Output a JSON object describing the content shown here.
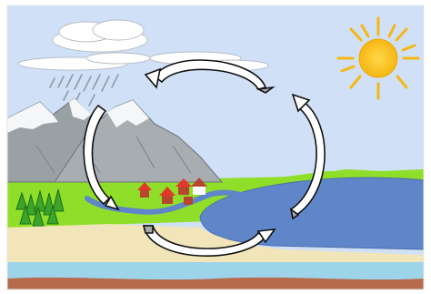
{
  "scene": {
    "type": "water-cycle-illustration",
    "elements": [
      "sky",
      "cloud",
      "cloud",
      "cloud",
      "rain",
      "sun",
      "mountain",
      "mountain",
      "mountain",
      "snow-caps",
      "grass-field",
      "trees",
      "houses",
      "river",
      "lake",
      "sand",
      "underground-water",
      "bedrock",
      "cycle-arrow-condensation",
      "cycle-arrow-precipitation",
      "cycle-arrow-runoff",
      "cycle-arrow-evaporation"
    ]
  },
  "colors": {
    "sky": "#cfe0f7",
    "cloud": "#ffffff",
    "sun": "#f8c21c",
    "mountain": "#9aa1a5",
    "snow": "#f4f6f8",
    "grass": "#8fdf2a",
    "grass_dark": "#5bbf2a",
    "water": "#5f86c9",
    "sand": "#f1e5b9",
    "ground_water": "#9dd4ea",
    "bedrock": "#b86a4d",
    "house_roof": "#e23a2a",
    "house_wall": "#b8462e",
    "arrow_fill": "#ffffff",
    "arrow_stroke": "#111111",
    "arrow_shade": "#a8a8a8"
  }
}
